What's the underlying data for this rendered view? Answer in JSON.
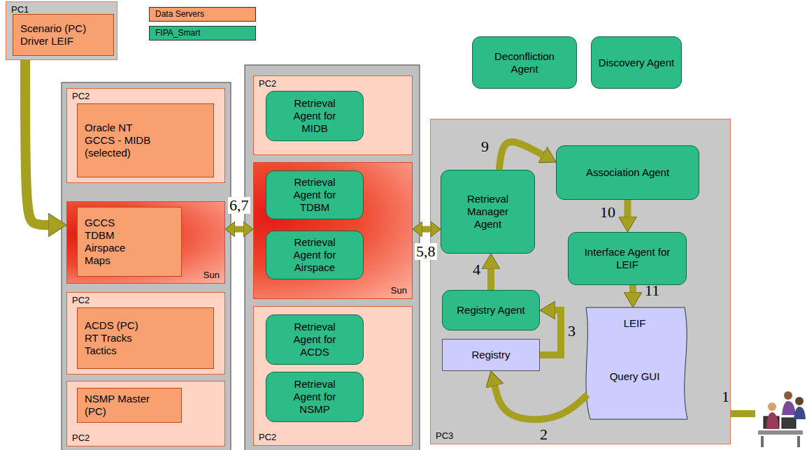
{
  "diagram": {
    "nodes": [
      {
        "text": [
          "PC1"
        ]
      },
      {
        "text": [
          "Scenario (PC) Driver LEIF"
        ],
        "in": 0
      },
      {
        "text": [
          "PC2"
        ]
      },
      {
        "text": [
          "Oracle NT GCCS - MIDB (selected)"
        ],
        "in": 2
      },
      {
        "text": [
          "Sun"
        ]
      },
      {
        "text": [
          "GCCS TDBM Airspace Maps"
        ],
        "in": 4
      },
      {
        "text": [
          "PC2"
        ]
      },
      {
        "text": [
          "ACDS (PC) RT Tracks Tactics"
        ],
        "in": 6
      },
      {
        "text": [
          "PC2"
        ]
      },
      {
        "text": [
          "NSMP Master (PC)"
        ],
        "in": 8
      },
      {
        "text": [
          "PC2"
        ]
      },
      {
        "text": [
          "Retrieval Agent for MIDB"
        ],
        "in": 10
      },
      {
        "text": [
          "Sun"
        ]
      },
      {
        "text": [
          "Retrieval Agent for TDBM"
        ],
        "in": 12
      },
      {
        "text": [
          "Retrieval Agent for Airspace"
        ],
        "in": 12
      },
      {
        "text": [
          "PC2"
        ]
      },
      {
        "text": [
          "Retrieval Agent for ACDS"
        ],
        "in": 15
      },
      {
        "text": [
          "Retrieval Agent for NSMP"
        ],
        "in": 15
      },
      {
        "text": [
          "Deconfliction Agent"
        ]
      },
      {
        "text": [
          "Discovery Agent"
        ]
      },
      {
        "text": [
          "PC3"
        ]
      },
      {
        "text": [
          "Retrieval Manager Agent"
        ],
        "in": 20
      },
      {
        "text": [
          "Association Agent"
        ],
        "in": 20
      },
      {
        "text": [
          "Interface Agent for LEIF"
        ],
        "in": 20
      },
      {
        "text": [
          "Registry Agent"
        ],
        "in": 20
      },
      {
        "text": [
          "Registry"
        ],
        "in": 20
      },
      {
        "text": [
          "LEIF",
          "Query GUI"
        ],
        "in": 20
      }
    ],
    "edges": [
      {
        "from": 0,
        "to": 4,
        "arrow": "to"
      },
      {
        "from": 4,
        "to": 12,
        "label": "6,7",
        "arrow": "both"
      },
      {
        "from": 12,
        "to": 21,
        "label": "5,8",
        "arrow": "both"
      },
      {
        "from": 26,
        "to": 25,
        "label": "2",
        "arrow": "to"
      },
      {
        "from": 25,
        "to": 24,
        "label": "3",
        "arrow": "to"
      },
      {
        "from": 24,
        "to": 21,
        "label": "4",
        "arrow": "to"
      },
      {
        "from": 21,
        "to": 22,
        "label": "9",
        "arrow": "to"
      },
      {
        "from": 22,
        "to": 23,
        "label": "10",
        "arrow": "to"
      },
      {
        "from": 23,
        "to": 26,
        "label": "11",
        "arrow": "to"
      }
    ],
    "labels": [
      "1"
    ],
    "legend": [
      {
        "text": "Data Servers",
        "color": "#f9a070"
      },
      {
        "text": "FIPA_Smart",
        "color": "#2dbb87"
      }
    ]
  }
}
